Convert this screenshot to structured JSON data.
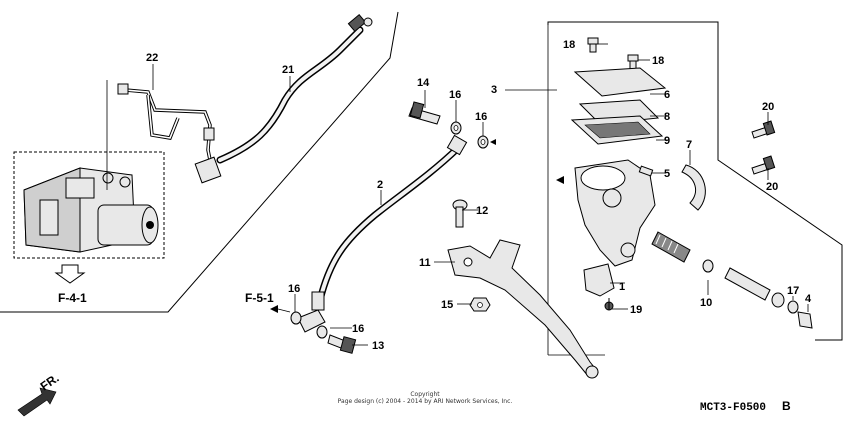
{
  "callouts": [
    {
      "id": "c1",
      "label": "1"
    },
    {
      "id": "c2",
      "label": "2"
    },
    {
      "id": "c3",
      "label": "3"
    },
    {
      "id": "c4",
      "label": "4"
    },
    {
      "id": "c5",
      "label": "5"
    },
    {
      "id": "c6",
      "label": "6"
    },
    {
      "id": "c7",
      "label": "7"
    },
    {
      "id": "c8",
      "label": "8"
    },
    {
      "id": "c9",
      "label": "9"
    },
    {
      "id": "c10",
      "label": "10"
    },
    {
      "id": "c11",
      "label": "11"
    },
    {
      "id": "c12",
      "label": "12"
    },
    {
      "id": "c13",
      "label": "13"
    },
    {
      "id": "c14",
      "label": "14"
    },
    {
      "id": "c15",
      "label": "15"
    },
    {
      "id": "c16a",
      "label": "16"
    },
    {
      "id": "c16b",
      "label": "16"
    },
    {
      "id": "c16c",
      "label": "16"
    },
    {
      "id": "c16d",
      "label": "16"
    },
    {
      "id": "c17",
      "label": "17"
    },
    {
      "id": "c18a",
      "label": "18"
    },
    {
      "id": "c18b",
      "label": "18"
    },
    {
      "id": "c19",
      "label": "19"
    },
    {
      "id": "c20a",
      "label": "20"
    },
    {
      "id": "c20b",
      "label": "20"
    },
    {
      "id": "c21",
      "label": "21"
    },
    {
      "id": "c22",
      "label": "22"
    }
  ],
  "references": {
    "f41": "F-4-1",
    "f51": "F-5-1"
  },
  "direction": "FR.",
  "copyright_line1": "Copyright",
  "copyright_line2": "Page design (c) 2004 - 2014 by ARI Network Services, Inc.",
  "diagram_code": "MCT3-F0500",
  "diagram_code_suffix": "B",
  "icons": [
    "abs-modulator-icon",
    "front-arrow-icon",
    "master-cylinder-icon",
    "brake-lever-icon",
    "brake-hose-icon"
  ]
}
